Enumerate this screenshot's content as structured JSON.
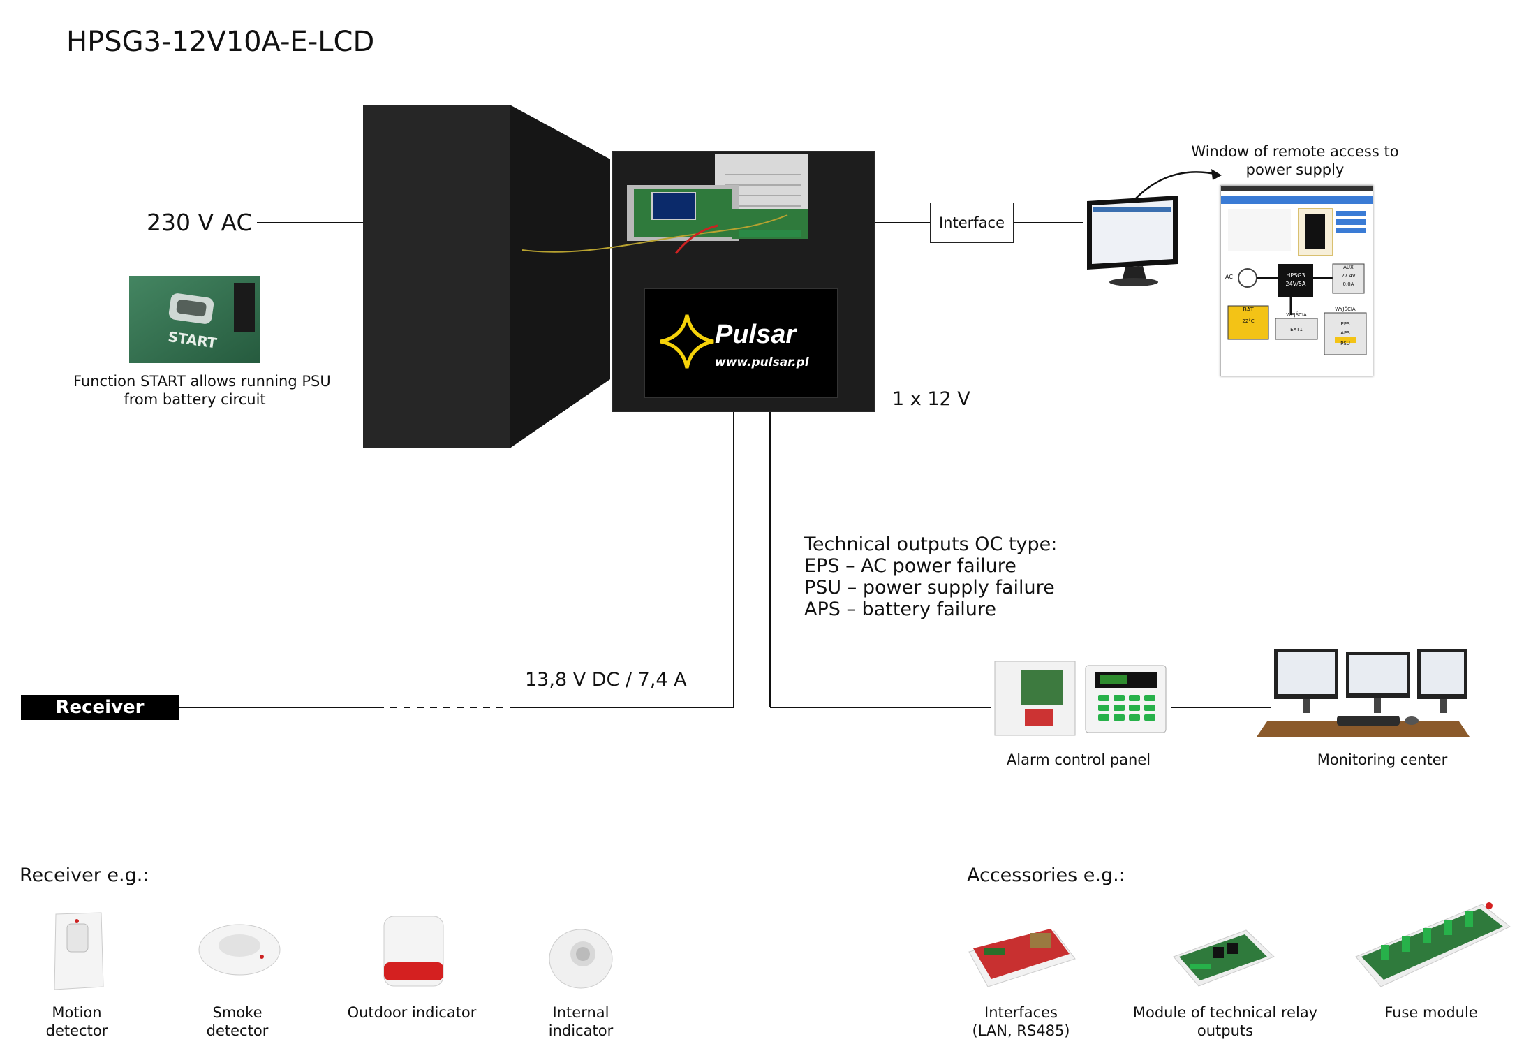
{
  "title": "HPSG3-12V10A-E-LCD",
  "labels": {
    "ac_input": "230 V AC",
    "start_caption_line1": "Function START allows running PSU",
    "start_caption_line2": "from battery circuit",
    "start_button_text": "START",
    "interface_box": "Interface",
    "remote_caption_line1": "Window of remote access to",
    "remote_caption_line2": "power supply",
    "output_12v": "1 x 12 V",
    "dc_output": "13,8 V DC / 7,4 A",
    "receiver_bar": "Receiver",
    "tech_outputs": [
      "Technical outputs OC type:",
      "EPS – AC power failure",
      "PSU – power supply failure",
      "APS – battery failure"
    ],
    "alarm_panel": "Alarm control panel",
    "monitoring_center": "Monitoring center",
    "brand": "Pulsar",
    "brand_url": "www.pulsar.pl"
  },
  "receivers": {
    "heading": "Receiver e.g.:",
    "items": [
      {
        "line1": "Motion",
        "line2": "detector",
        "icon": "motion-detector-icon"
      },
      {
        "line1": "Smoke",
        "line2": "detector",
        "icon": "smoke-detector-icon"
      },
      {
        "line1": "Outdoor indicator",
        "line2": "",
        "icon": "outdoor-siren-icon"
      },
      {
        "line1": "Internal",
        "line2": "indicator",
        "icon": "internal-siren-icon"
      }
    ]
  },
  "accessories": {
    "heading": "Accessories e.g.:",
    "items": [
      {
        "line1": "Interfaces",
        "line2": "(LAN, RS485)",
        "icon": "interface-module-icon"
      },
      {
        "line1": "Module of technical relay",
        "line2": "outputs",
        "icon": "relay-module-icon"
      },
      {
        "line1": "Fuse module",
        "line2": "",
        "icon": "fuse-module-icon"
      }
    ]
  },
  "screen_ui": {
    "psu_model": "HPSG3",
    "psu_rating": "24V/5A",
    "ac_label": "AC",
    "aux_label": "AUX",
    "aux_voltage": "27.4V",
    "aux_current": "0.0A",
    "bat_label": "BAT",
    "bat_temp": "22°C",
    "inputs_label": "WEJŚCIA",
    "input_ext": "EXT1",
    "outputs_label": "WYJŚCIA",
    "out_eps": "EPS",
    "out_aps": "APS",
    "out_psu": "PSU"
  },
  "colors": {
    "brand_yellow": "#f5d20a",
    "enclosure": "#1b1b1b",
    "wire": "#111111",
    "bat_yellow": "#f3c316",
    "desk_brown": "#8b5a2b",
    "pcb_green": "#2f7a3c",
    "siren_red": "#d42020"
  }
}
